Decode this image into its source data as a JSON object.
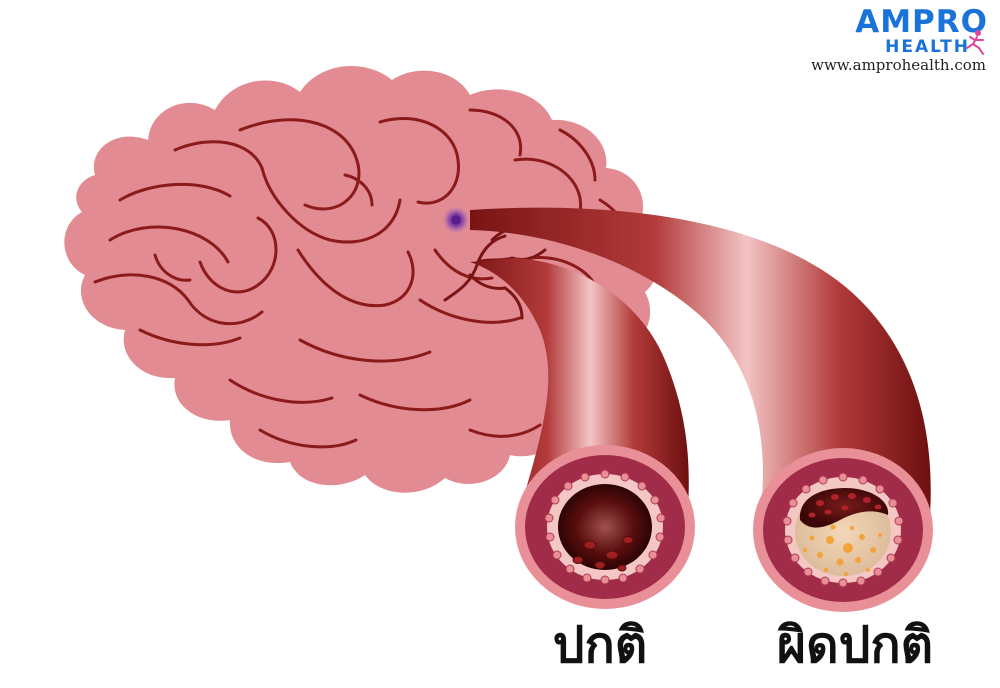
{
  "logo": {
    "brand_top": "AMPRO",
    "brand_bottom": "HEALTH",
    "url": "www.amprohealth.com",
    "brand_color": "#1a73d9"
  },
  "labels": {
    "normal": "ปกติ",
    "abnormal": "ผิดปกติ"
  },
  "colors": {
    "brain_fill": "#e08d92",
    "brain_outline": "#8b1a1a",
    "artery_dark": "#8e1b1b",
    "artery_light": "#f1c0c0",
    "vessel_wall": "#a02c4a",
    "clot_spot": "#6a2c91",
    "plaque": "#f2a33a"
  }
}
